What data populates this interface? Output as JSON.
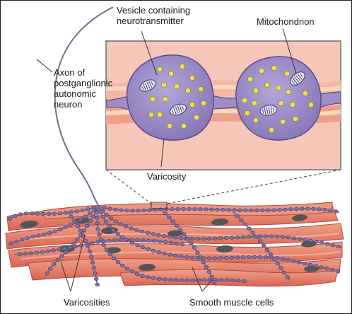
{
  "labels": {
    "vesicle": [
      "Vesicle containing",
      "neurotransmitter"
    ],
    "mitochondrion": "Mitochondrion",
    "axon": [
      "Axon of",
      "postganglionic",
      "autonomic",
      "neuron"
    ],
    "varicosity": "Varicosity",
    "varicosities": "Varicosities",
    "smooth_muscle": "Smooth muscle cells"
  },
  "colors": {
    "inset_bg": "#f6c7b8",
    "inset_border": "#6b6b6b",
    "varicosity_fill": "#9d8fc4",
    "varicosity_stroke": "#5a4b8a",
    "vesicle": "#f2e24a",
    "muscle": "#e8826e",
    "muscle_dark": "#c9584a",
    "nucleus": "#555559",
    "axon_bead": "#7f74a6",
    "axon": "#6f6f8a",
    "leader": "#333333"
  }
}
